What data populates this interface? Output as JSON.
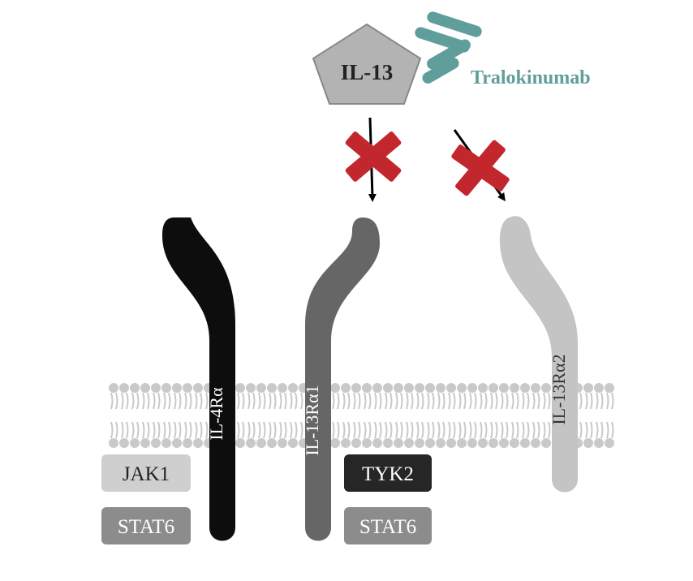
{
  "ligand": {
    "label": "IL-13"
  },
  "antibody": {
    "label": "Tralokinumab"
  },
  "receptors": [
    {
      "label": "IL-4Rα"
    },
    {
      "label": "IL-13Rα1"
    },
    {
      "label": "IL-13Rα2"
    }
  ],
  "boxes": {
    "jak1": "JAK1",
    "stat6_left": "STAT6",
    "tyk2": "TYK2",
    "stat6_right": "STAT6"
  },
  "colors": {
    "ligand": "#b3b3b3",
    "antibody": "#5f9e9b",
    "block_x": "#c1272d",
    "il4ra": "#0d0d0d",
    "il13ra1": "#666666",
    "il13ra2": "#c4c4c4",
    "membrane": "#c9c9c9"
  }
}
